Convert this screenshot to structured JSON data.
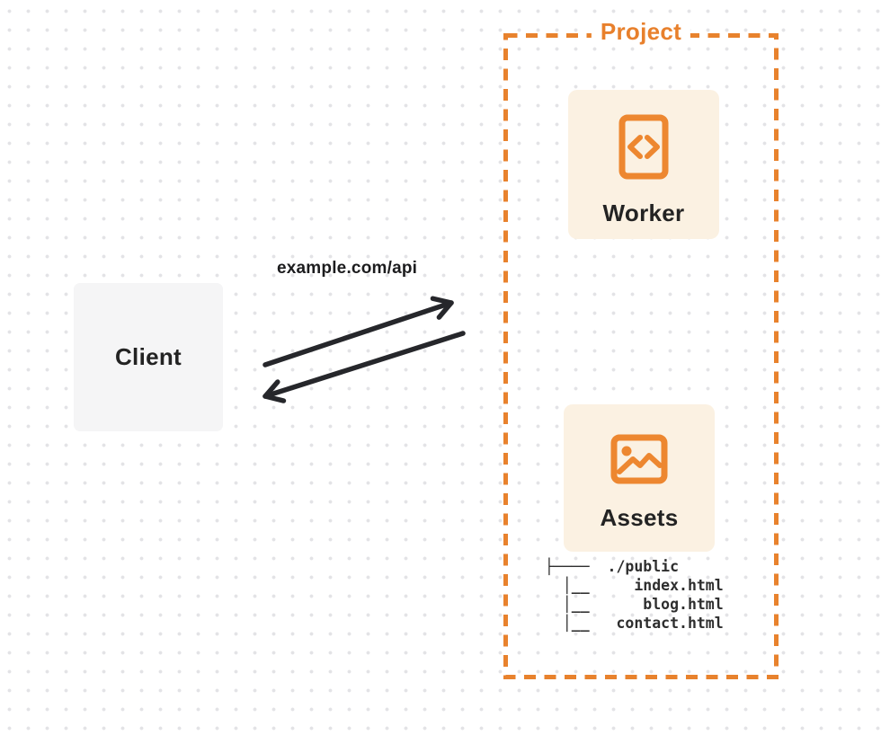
{
  "diagram": {
    "client": {
      "label": "Client"
    },
    "request_label": "example.com/api",
    "arrows": [
      {
        "name": "request-arrow",
        "from": "Client",
        "to": "Project"
      },
      {
        "name": "response-arrow",
        "from": "Project",
        "to": "Client"
      }
    ],
    "project": {
      "label": "Project",
      "worker": {
        "label": "Worker",
        "icon": "code-file-icon"
      },
      "assets": {
        "label": "Assets",
        "icon": "image-icon"
      },
      "file_tree": {
        "root": "./public",
        "files": [
          "index.html",
          "blog.html",
          "contact.html"
        ],
        "lines": [
          "├────  ./public",
          "  │__     index.html",
          "  │__      blog.html",
          "  │__   contact.html"
        ]
      }
    },
    "colors": {
      "accent_orange": "#e8822d",
      "card_background": "#fbf1e2",
      "client_background": "#f5f5f6",
      "arrow_black": "#26272b",
      "text_dark": "#232323",
      "dot_grid": "#e3e3e6"
    }
  }
}
